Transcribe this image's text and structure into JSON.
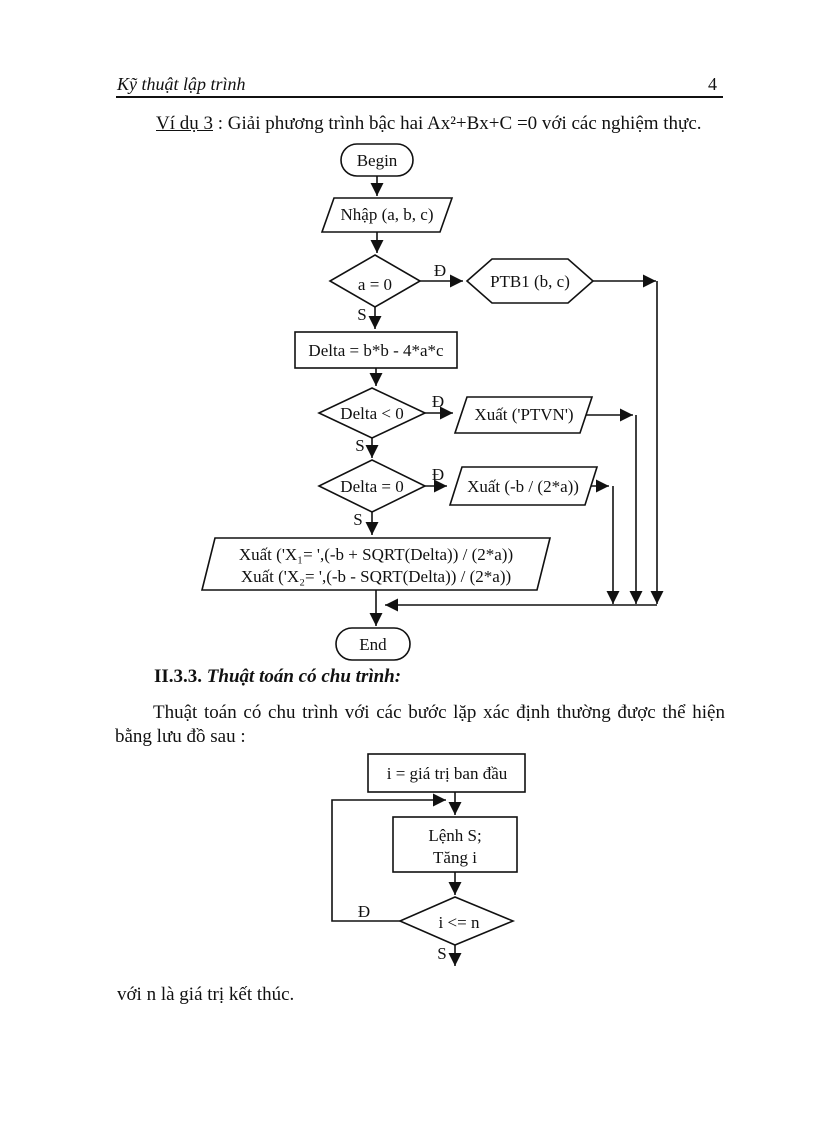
{
  "header": {
    "running_title": "Kỹ thuật lập trình",
    "page_number": "4"
  },
  "example": {
    "label": "Ví dụ 3",
    "text": " : Giải phương trình bậc hai Ax²+Bx+C =0 với các nghiệm thực."
  },
  "flowchart1": {
    "begin": "Begin",
    "input": "Nhập (a, b, c)",
    "cond_a": "a = 0",
    "ptb1": "PTB1 (b, c)",
    "assign_delta": "Delta = b*b - 4*a*c",
    "cond_delta_lt": "Delta < 0",
    "out_ptvn": "Xuất ('PTVN')",
    "cond_delta_eq": "Delta = 0",
    "out_double": "Xuất (-b / (2*a))",
    "out_roots_line1": "Xuất ('X₁= ',(-b + SQRT(Delta)) / (2*a))",
    "out_roots_line2": "Xuất ('X₂= ',(-b - SQRT(Delta)) / (2*a))",
    "end": "End",
    "label_yes": "Đ",
    "label_no": "S"
  },
  "section": {
    "number": "II.3.3.",
    "title": " Thuật toán có chu trình:",
    "paragraph": "Thuật toán có chu trình với các bước lặp xác định thường được thể hiện bằng lưu đồ sau :"
  },
  "flowchart2": {
    "init": "i = giá trị ban đầu",
    "body_line1": "Lệnh S;",
    "body_line2": "Tăng i",
    "cond": "i <= n",
    "label_yes": "Đ",
    "label_no": "S"
  },
  "footer_note": "với n là giá trị kết thúc."
}
